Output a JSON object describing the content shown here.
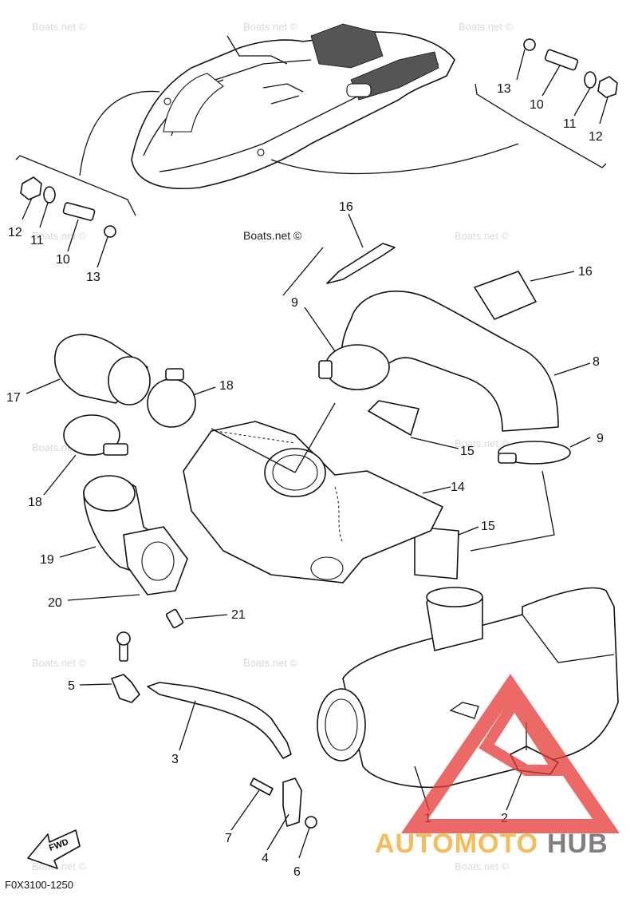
{
  "diagram_code": "F0X3100-1250",
  "watermark": "Boats.net ©",
  "fwd_label": "FWD",
  "logo": {
    "text_a": "AUTOMOTO",
    "text_b": "HUB",
    "color_a": "#f5a623",
    "color_b": "#555555",
    "triangle_color": "#e53935"
  },
  "callouts": {
    "c1": "1",
    "c2": "2",
    "c3": "3",
    "c4": "4",
    "c5": "5",
    "c6": "6",
    "c7": "7",
    "c8": "8",
    "c9a": "9",
    "c9b": "9",
    "c10a": "10",
    "c10b": "10",
    "c11a": "11",
    "c11b": "11",
    "c12a": "12",
    "c12b": "12",
    "c13a": "13",
    "c13b": "13",
    "c14": "14",
    "c15a": "15",
    "c15b": "15",
    "c16a": "16",
    "c16b": "16",
    "c17": "17",
    "c18a": "18",
    "c18b": "18",
    "c19": "19",
    "c20": "20",
    "c21": "21"
  }
}
